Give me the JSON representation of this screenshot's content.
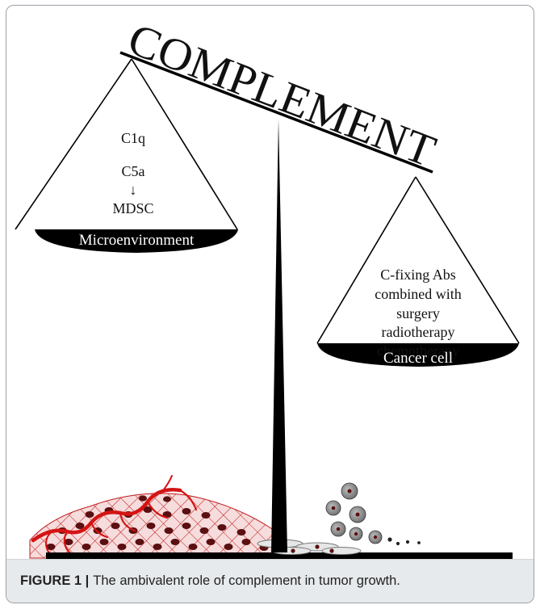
{
  "figure": {
    "title_word": "COMPLEMENT",
    "left_pan": {
      "items": [
        "C1q",
        "C5a",
        "↓",
        "MDSC"
      ],
      "label": "Microenvironment"
    },
    "right_pan": {
      "items": [
        "C-fixing Abs",
        "combined with",
        "surgery",
        "radiotherapy",
        "chemotherapy"
      ],
      "label": "Cancer cell"
    }
  },
  "caption": {
    "label": "FIGURE 1 |",
    "text": "The ambivalent role of complement in tumor growth."
  },
  "colors": {
    "frame_border": "#9aa0a6",
    "caption_bg": "#e7eaec",
    "tissue_red": "#c0191b",
    "vessel_red": "#d41414",
    "cell_dark": "#5a0f10",
    "tumor_grey": "#8f8f8f"
  }
}
